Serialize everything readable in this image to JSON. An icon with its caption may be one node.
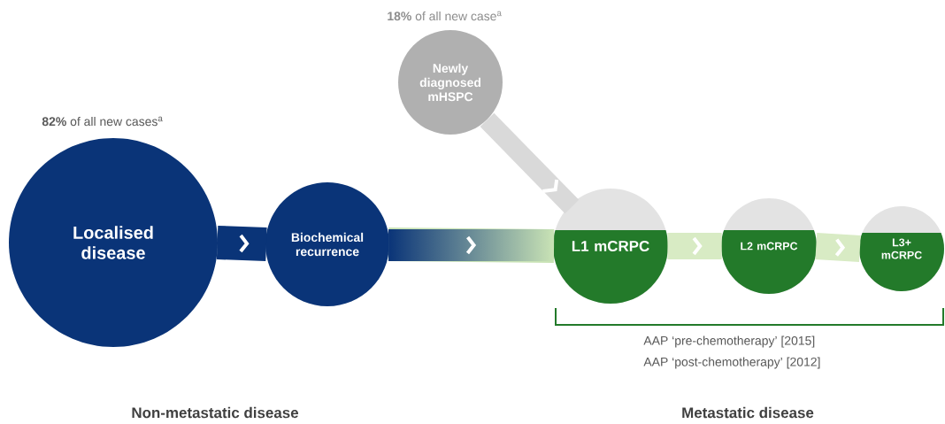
{
  "diagram": {
    "nodes": [
      {
        "text": [
          "Localised disease"
        ],
        "beside": [
          "**82%** of all new cases$^{a}$"
        ]
      },
      {
        "text": [
          "Biochemical recurrence"
        ]
      },
      {
        "text": [
          "Newly diagnosed mHSPC"
        ],
        "beside": [
          "**18%** of all new case$^{a}$"
        ]
      },
      {
        "text": [
          "L1 mCRPC"
        ]
      },
      {
        "text": [
          "L2 mCRPC"
        ]
      },
      {
        "text": [
          "L3+ mCRPC"
        ]
      }
    ],
    "edges": [
      {
        "from": 0,
        "to": 1,
        "arrow": "to",
        "color": "#0a3478"
      },
      {
        "from": 1,
        "to": 3,
        "arrow": "to",
        "color": "#c9e3b5"
      },
      {
        "from": 2,
        "to": 3,
        "arrow": "to",
        "color": "#d9d9d9"
      },
      {
        "from": 3,
        "to": 4,
        "arrow": "to",
        "color": "#d8ebc4"
      },
      {
        "from": 4,
        "to": 5,
        "arrow": "to",
        "color": "#d8ebc4"
      }
    ],
    "labels": [
      "AAP ‘pre-chemotherapy’ [2015]",
      "AAP ‘post-chemotherapy’ [2012]",
      "Non-metastatic disease",
      "Metastatic disease"
    ]
  }
}
